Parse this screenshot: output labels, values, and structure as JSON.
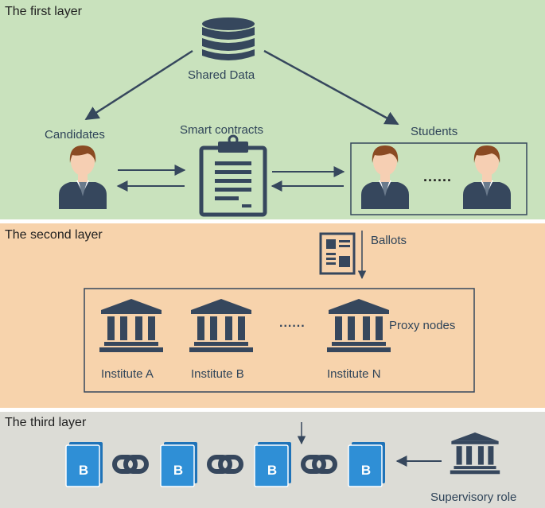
{
  "layers": {
    "first": {
      "title": "The first layer",
      "bg": "#c9e2bd"
    },
    "second": {
      "title": "The second layer",
      "bg": "#f7d3ac"
    },
    "third": {
      "title": "The third layer",
      "bg": "#dcdcd6"
    }
  },
  "first_layer": {
    "shared_data": "Shared Data",
    "candidates": "Candidates",
    "smart_contracts": "Smart contracts",
    "students": "Students",
    "students_ellipsis": "......"
  },
  "second_layer": {
    "ballots": "Ballots",
    "proxy_nodes": "Proxy nodes",
    "institutes": [
      "Institute A",
      "Institute B",
      "Institute N"
    ],
    "institutes_ellipsis": "......"
  },
  "third_layer": {
    "block_letter": "B",
    "supervisory_role": "Supervisory role"
  },
  "colors": {
    "icon_dark": "#36475d",
    "block_blue": "#2f8fd6",
    "block_blue_back": "#1f73b8",
    "skin": "#f6cfb3",
    "hair": "#8a4a22"
  }
}
